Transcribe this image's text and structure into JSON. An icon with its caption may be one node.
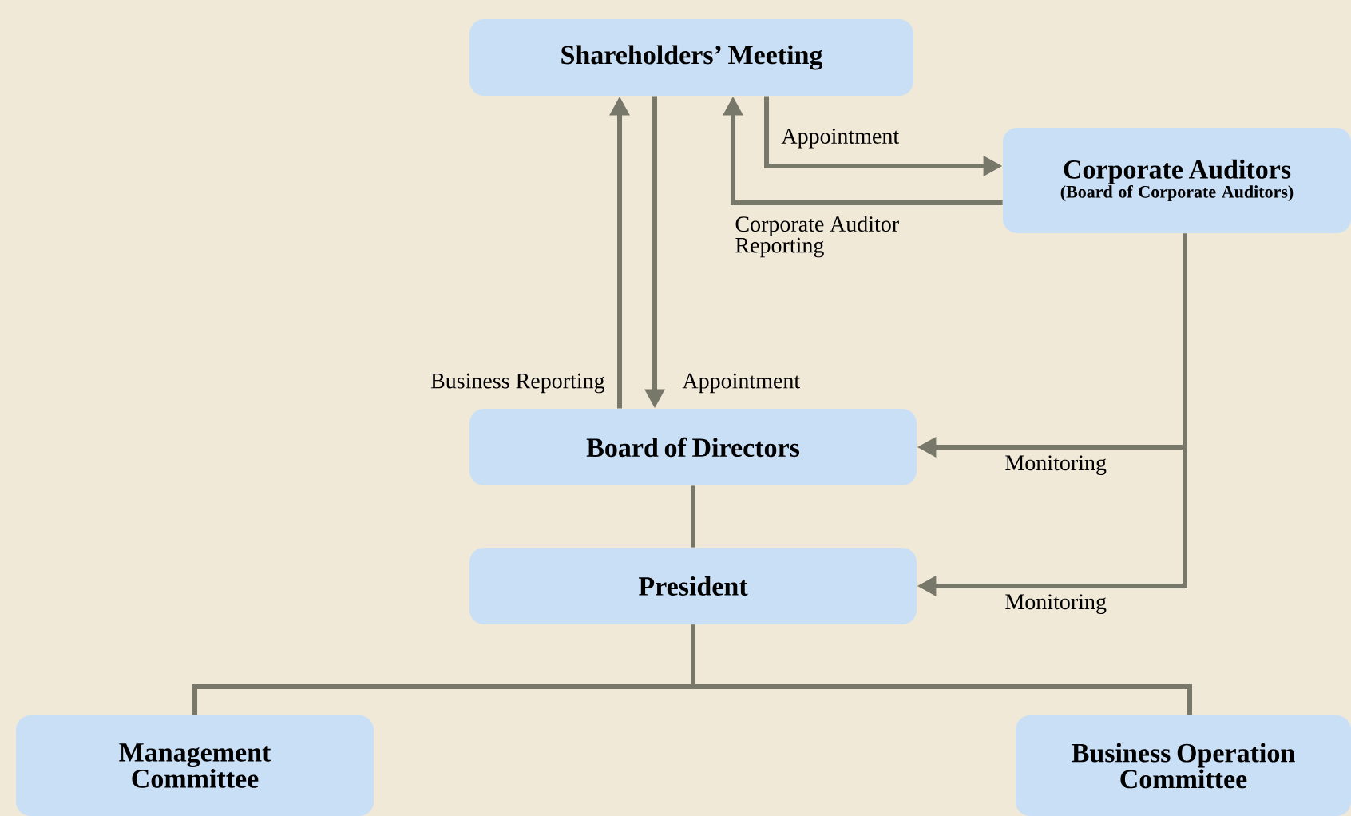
{
  "diagram": {
    "nodes": [
      {
        "text": [
          "Shareholders’ Meeting"
        ]
      },
      {
        "text": [
          "Corporate Auditors",
          "(Board of Corporate Auditors)"
        ]
      },
      {
        "text": [
          "Board of Directors"
        ]
      },
      {
        "text": [
          "President"
        ]
      },
      {
        "text": [
          "Management Committee"
        ]
      },
      {
        "text": [
          "Business Operation Committee"
        ]
      }
    ],
    "edges": [
      {
        "from": 2,
        "to": 0,
        "arrow": "to",
        "label": "Business Reporting"
      },
      {
        "from": 0,
        "to": 2,
        "arrow": "to",
        "label": "Appointment"
      },
      {
        "from": 0,
        "to": 1,
        "arrow": "to",
        "label": "Appointment"
      },
      {
        "from": 1,
        "to": 0,
        "arrow": "to",
        "label": "Corporate Auditor Reporting"
      },
      {
        "from": 1,
        "to": 2,
        "arrow": "to",
        "label": "Monitoring"
      },
      {
        "from": 1,
        "to": 3,
        "arrow": "to",
        "label": "Monitoring"
      },
      {
        "from": 2,
        "to": 3,
        "arrow": "none"
      },
      {
        "from": 3,
        "to": 4,
        "arrow": "none"
      },
      {
        "from": 3,
        "to": 5,
        "arrow": "none"
      }
    ]
  }
}
